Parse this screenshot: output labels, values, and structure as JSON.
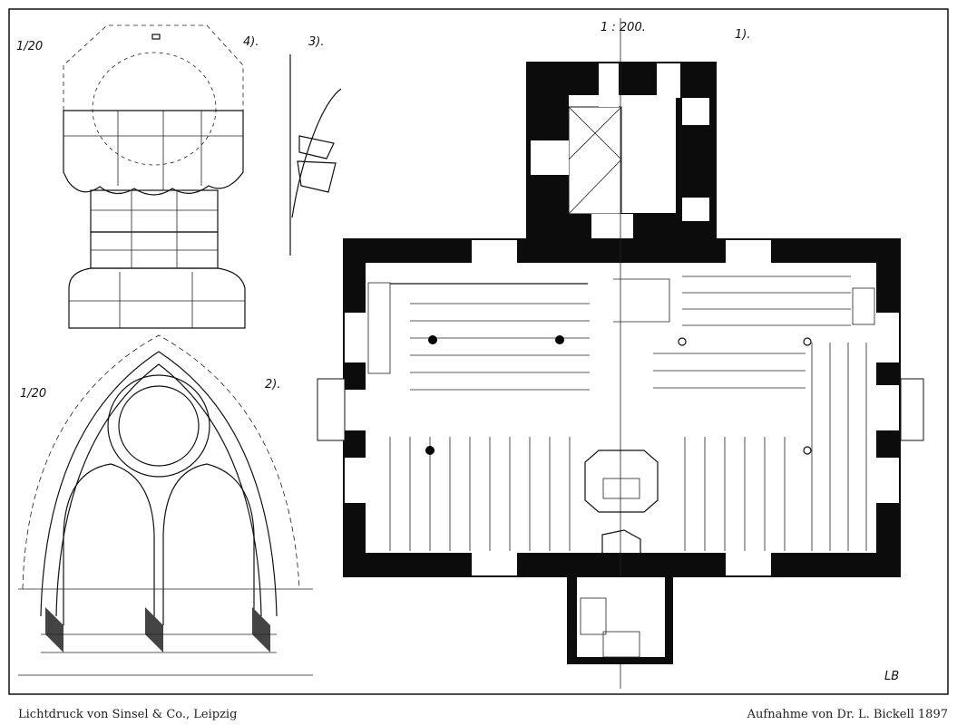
{
  "sheet": {
    "labels": {
      "scale_font": "1/20",
      "fig_font": "4).",
      "fig_profile": "3).",
      "plan_scale": "1 : 200.",
      "fig_plan": "1).",
      "scale_window": "1/20",
      "fig_window": "2)."
    },
    "monogram": "LB",
    "footer": {
      "printer": "Lichtdruck von Sinsel & Co., Leipzig",
      "survey": "Aufnahme von Dr. L. Bickell 1897"
    }
  }
}
